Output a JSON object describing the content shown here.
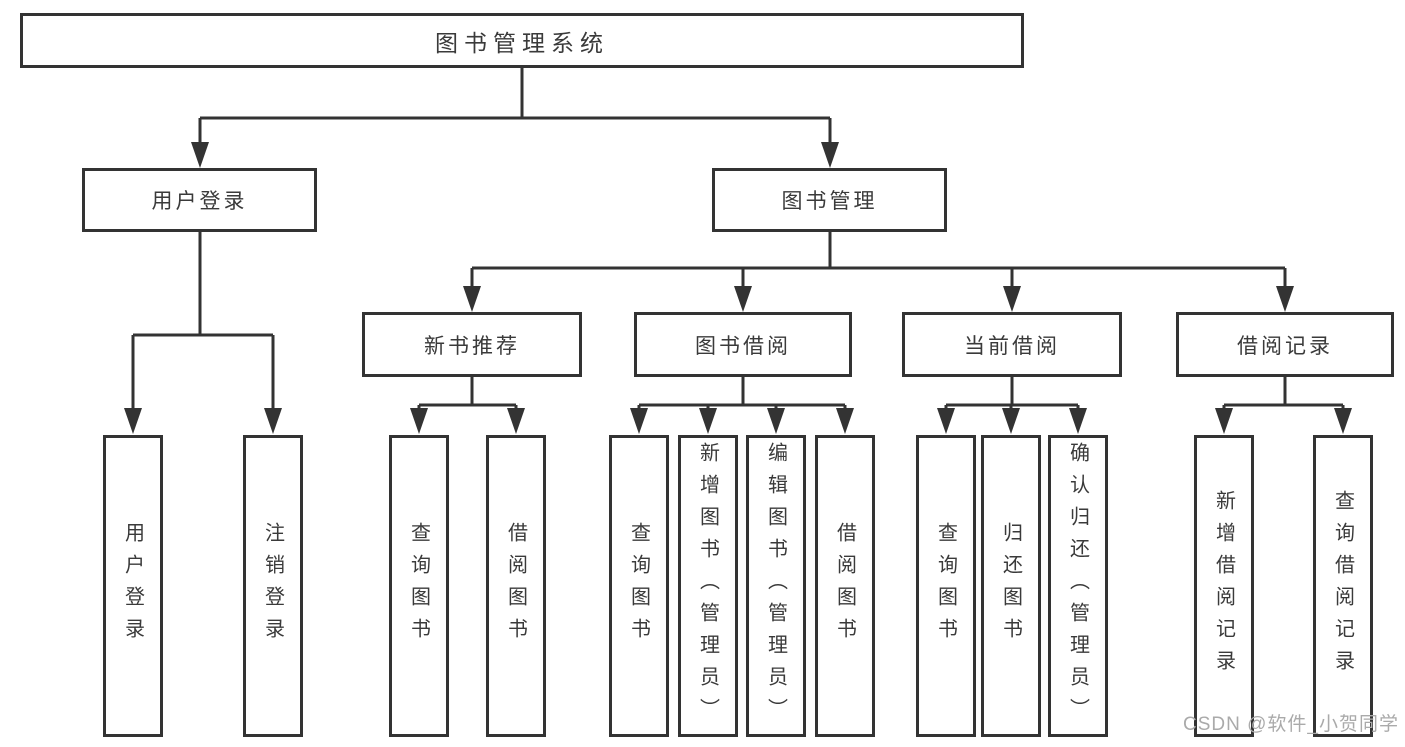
{
  "diagram": {
    "root": {
      "label": "图书管理系统",
      "children": [
        {
          "label": "用户登录",
          "children": [
            {
              "label": "用户登录"
            },
            {
              "label": "注销登录"
            }
          ]
        },
        {
          "label": "图书管理",
          "children": [
            {
              "label": "新书推荐",
              "children": [
                {
                  "label": "查询图书"
                },
                {
                  "label": "借阅图书"
                }
              ]
            },
            {
              "label": "图书借阅",
              "children": [
                {
                  "label": "查询图书"
                },
                {
                  "label": "新增图书（管理员）"
                },
                {
                  "label": "编辑图书（管理员）"
                },
                {
                  "label": "借阅图书"
                }
              ]
            },
            {
              "label": "当前借阅",
              "children": [
                {
                  "label": "查询图书"
                },
                {
                  "label": "归还图书"
                },
                {
                  "label": "确认归还（管理员）"
                }
              ]
            },
            {
              "label": "借阅记录",
              "children": [
                {
                  "label": "新增借阅记录"
                },
                {
                  "label": "查询借阅记录"
                }
              ]
            }
          ]
        }
      ]
    },
    "colors": {
      "line": "#333333",
      "text": "#3a3a3a",
      "watermark": "#aaaaaa",
      "background": "#ffffff"
    }
  },
  "watermark": {
    "text": "CSDN @软件_小贺同学"
  }
}
